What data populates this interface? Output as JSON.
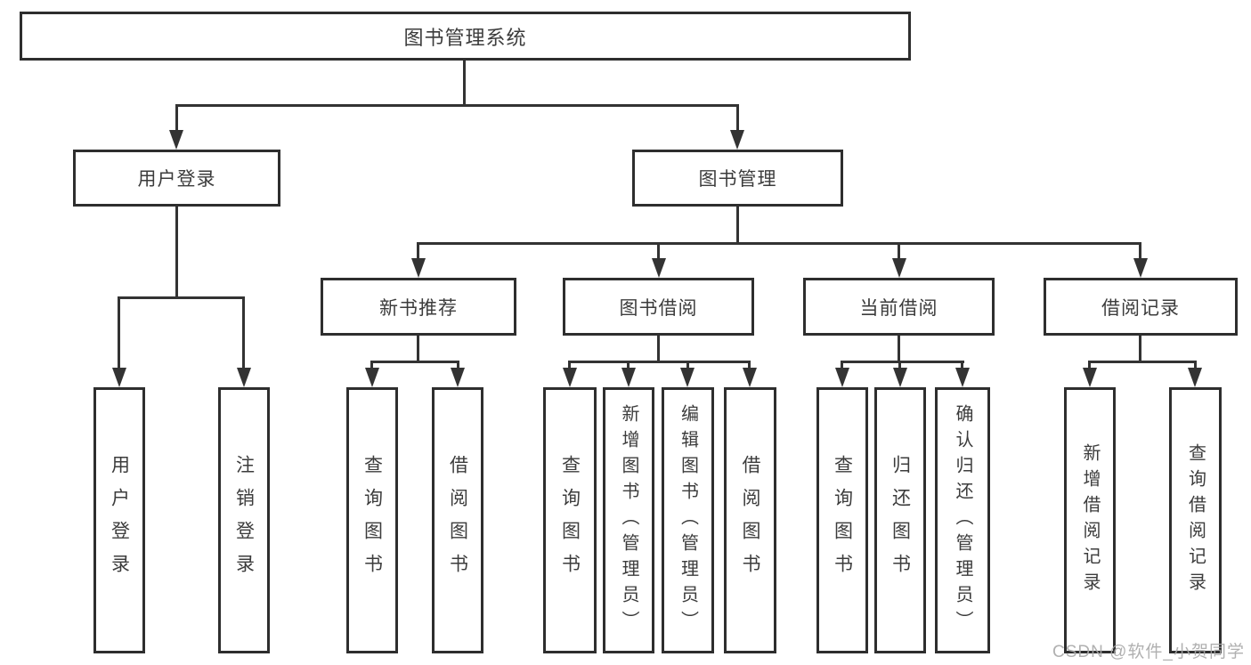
{
  "diagram": {
    "root": "图书管理系统",
    "user_login": {
      "label": "用户登录",
      "children": [
        "用户登录",
        "注销登录"
      ]
    },
    "book_management": {
      "label": "图书管理",
      "sections": [
        {
          "label": "新书推荐",
          "children": [
            "查询图书",
            "借阅图书"
          ]
        },
        {
          "label": "图书借阅",
          "children": [
            "查询图书",
            "新增图书（管理员）",
            "编辑图书（管理员）",
            "借阅图书"
          ]
        },
        {
          "label": "当前借阅",
          "children": [
            "查询图书",
            "归还图书",
            "确认归还（管理员）"
          ]
        },
        {
          "label": "借阅记录",
          "children": [
            "新增借阅记录",
            "查询借阅记录"
          ]
        }
      ]
    }
  },
  "watermark": "CSDN @软件_小贺同学",
  "colors": {
    "line": "#333333",
    "box_border": "#2e2e2e",
    "text": "#3c3c3c",
    "background": "#ffffff",
    "watermark": "#a8a8a8"
  }
}
